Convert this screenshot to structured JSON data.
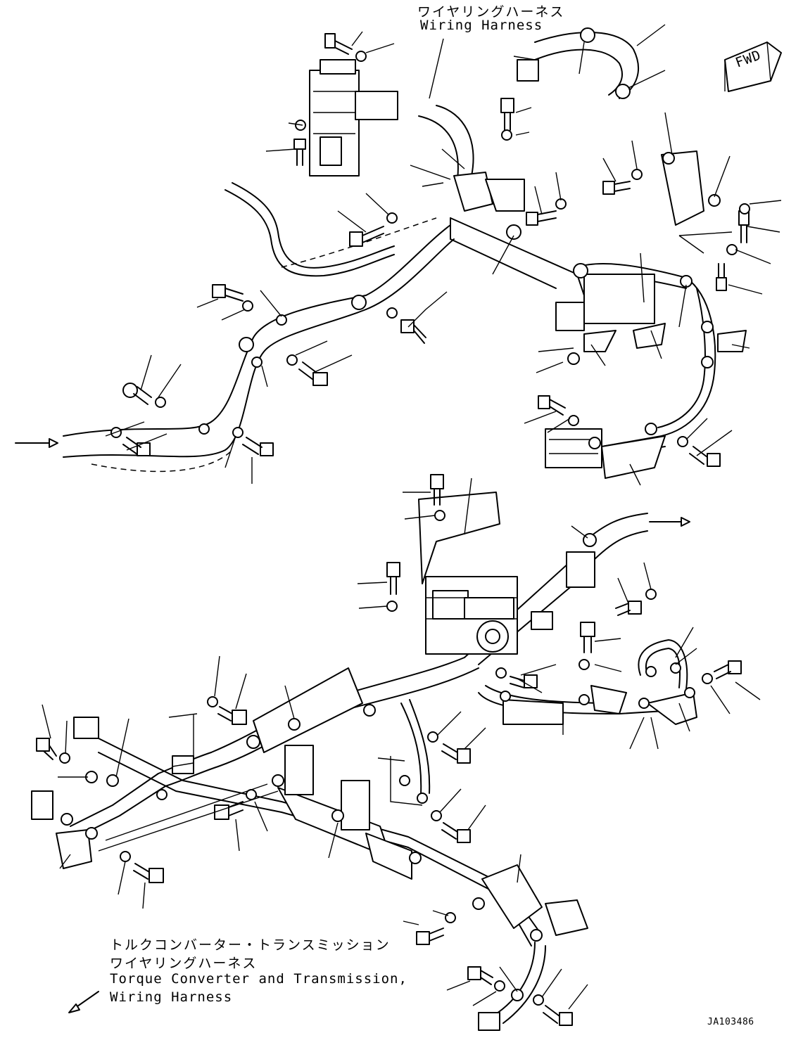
{
  "labels": {
    "top_harness_jp": "ワイヤリングハーネス",
    "top_harness_en": "Wiring Harness",
    "bottom_harness_jp_1": "トルクコンバーター・トランスミッション",
    "bottom_harness_jp_2": "ワイヤリングハーネス",
    "bottom_harness_en_1": "Torque Converter and Transmission",
    "bottom_harness_en_2": "Wiring Harness",
    "fwd_marker": "FWD",
    "drawing_number": "JA103486"
  },
  "icons": {
    "fwd": "forward-direction-arrow-icon",
    "bolt": "bolt-icon",
    "washer": "washer-icon",
    "clamp": "clamp-icon",
    "bracket": "bracket-icon",
    "harness": "wiring-harness-icon",
    "connector": "connector-icon",
    "arrow": "flow-arrow-icon"
  }
}
